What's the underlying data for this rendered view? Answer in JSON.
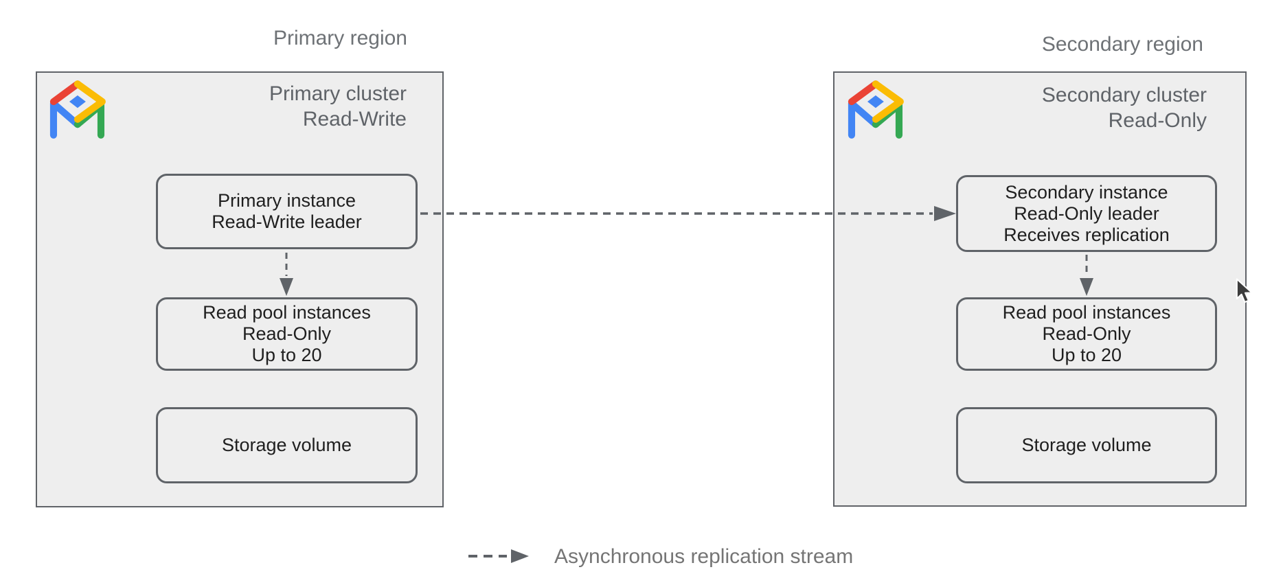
{
  "diagram": {
    "primary_region": {
      "region_label": "Primary region",
      "cluster": {
        "title_line1": "Primary cluster",
        "title_line2": "Read-Write",
        "logo_icon": "alloydb-logo",
        "instance_box": {
          "line1": "Primary instance",
          "line2": "Read-Write leader"
        },
        "read_pool_box": {
          "line1": "Read pool instances",
          "line2": "Read-Only",
          "line3": "Up to 20"
        },
        "storage_box": {
          "line1": "Storage volume"
        }
      }
    },
    "secondary_region": {
      "region_label": "Secondary region",
      "cluster": {
        "title_line1": "Secondary cluster",
        "title_line2": "Read-Only",
        "logo_icon": "alloydb-logo",
        "instance_box": {
          "line1": "Secondary instance",
          "line2": "Read-Only leader",
          "line3": "Receives replication"
        },
        "read_pool_box": {
          "line1": "Read pool instances",
          "line2": "Read-Only",
          "line3": "Up to 20"
        },
        "storage_box": {
          "line1": "Storage volume"
        }
      }
    },
    "legend": {
      "label": "Asynchronous replication stream"
    },
    "colors": {
      "cluster_fill": "#eeeeee",
      "cluster_border": "#606368",
      "box_border": "#5f6368",
      "arrow": "#5f6368",
      "region_label_text": "#6e7276",
      "cluster_title_text": "#5f6368",
      "box_text": "#1f1f1f",
      "legend_text": "#757575",
      "logo_red": "#ea4335",
      "logo_yellow": "#fbbc04",
      "logo_green": "#34a853",
      "logo_blue": "#4285f4"
    }
  }
}
